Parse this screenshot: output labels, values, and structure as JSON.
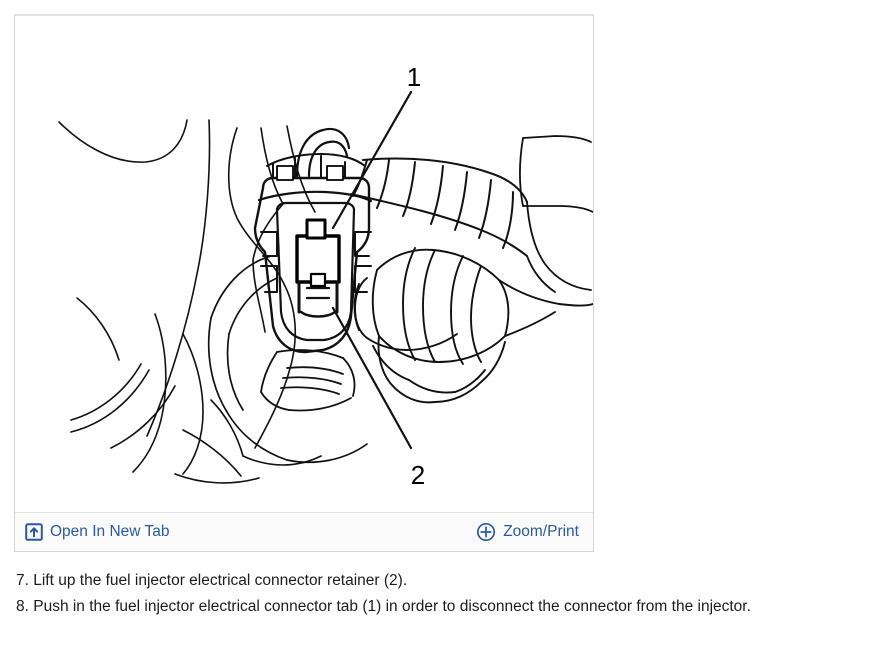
{
  "figure": {
    "alt": "Fuel injector electrical connector detail illustration",
    "callouts": [
      {
        "id": "1",
        "label": "1",
        "meaning": "fuel injector electrical connector tab"
      },
      {
        "id": "2",
        "label": "2",
        "meaning": "fuel injector electrical connector retainer"
      }
    ],
    "toolbar": {
      "open_in_new_tab_label": "Open In New Tab",
      "open_in_new_tab_icon": "open-in-new-tab-icon",
      "zoom_print_label": "Zoom/Print",
      "zoom_print_icon": "magnify-plus-icon",
      "link_color": "#2a5a9e"
    }
  },
  "instructions": [
    {
      "number": "7.",
      "text": "7. Lift up the fuel injector electrical connector retainer (2)."
    },
    {
      "number": "8.",
      "text": "8. Push in the fuel injector electrical connector tab (1) in order to disconnect the connector from the injector."
    }
  ]
}
